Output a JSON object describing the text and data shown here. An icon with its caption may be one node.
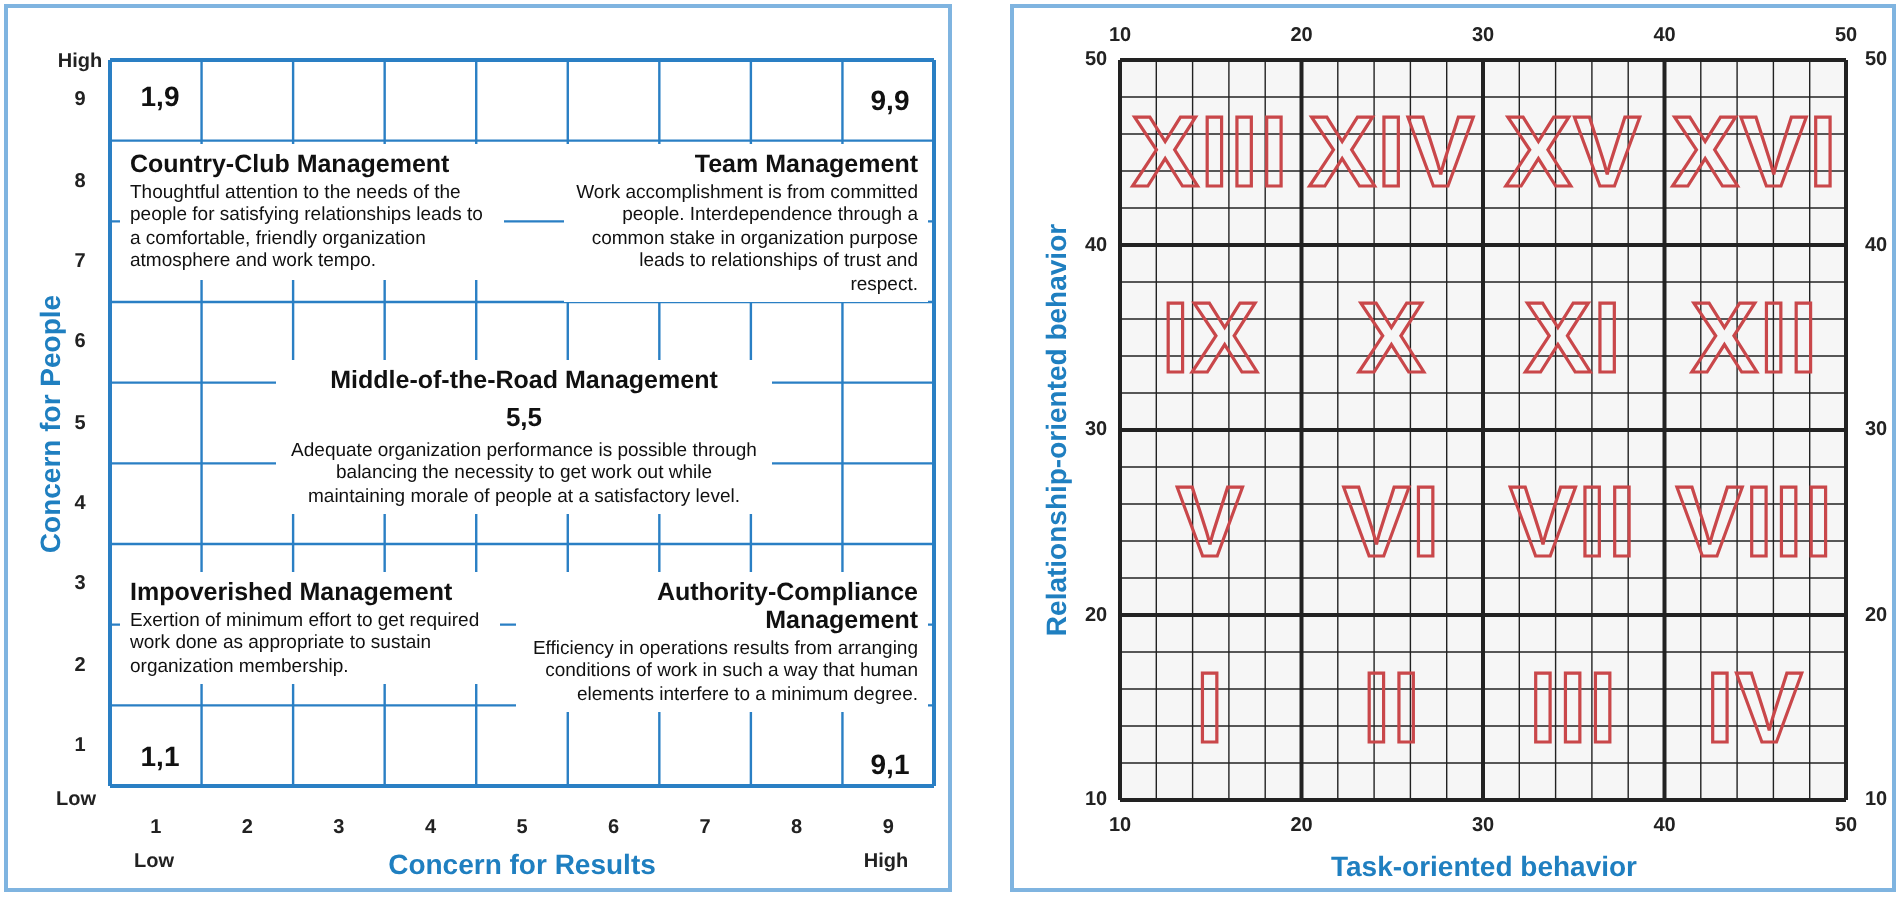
{
  "diagram": {
    "nodes": [
      {
        "text": [
          "Country-Club Management",
          "Thoughtful attention to the needs of the people for satisfying relationships leads to a comfortable, friendly organization atmosphere and work tempo."
        ]
      },
      {
        "text": [
          "Team Management",
          "Work accomplishment is from committed people. Interdependence through a common stake in organization purpose leads to relationships of trust and respect."
        ]
      },
      {
        "text": [
          "Middle-of-the-Road Management",
          "5,5",
          "Adequate organization performance is possible through balancing the necessity to get work out while maintaining morale of people at a satisfactory level."
        ]
      },
      {
        "text": [
          "Impoverished Management",
          "Exertion of minimum effort to get required work done as appropriate to sustain organization membership."
        ]
      },
      {
        "text": [
          "Authority-Compliance Management",
          "Efficiency in operations results from arranging conditions of work in such a way that human elements interfere to a minimum degree."
        ]
      }
    ],
    "labels": [
      "High",
      "9",
      "1,9",
      "9,9",
      "8",
      "7",
      "6",
      "5",
      "4",
      "3",
      "2",
      "1",
      "1,1",
      "9,1",
      "Low",
      "1",
      "2",
      "3",
      "4",
      "5",
      "6",
      "7",
      "8",
      "9",
      "Low",
      "Concern for Results",
      "High",
      "Concern for People",
      "10",
      "20",
      "30",
      "40",
      "50",
      "50",
      "50",
      "XIII",
      "XIV",
      "XV",
      "XVI",
      "40",
      "40",
      "IX",
      "X",
      "XI",
      "XII",
      "30",
      "30",
      "V",
      "VI",
      "VII",
      "VIII",
      "20",
      "20",
      "I",
      "II",
      "III",
      "IV",
      "10",
      "10",
      "10",
      "20",
      "30",
      "40",
      "50",
      "Relationship-oriented behavior",
      "Task-oriented behavior"
    ]
  }
}
